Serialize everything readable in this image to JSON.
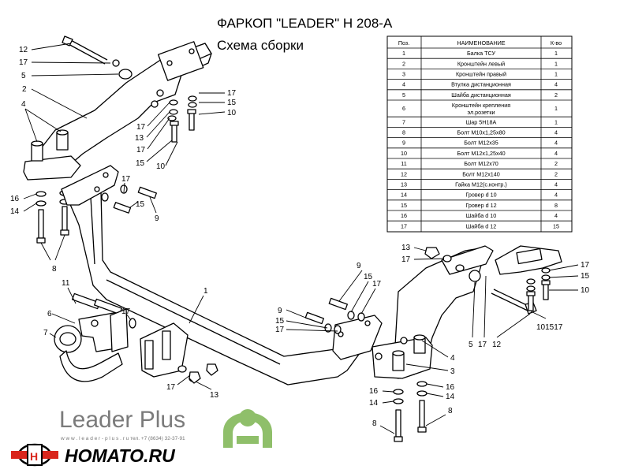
{
  "title": "ФАРКОП \"LEADER\" H 208-A",
  "subtitle": "Схема сборки",
  "table": {
    "headers": [
      "Поз.",
      "НАИМЕНОВАНИЕ",
      "К-во"
    ],
    "rows": [
      {
        "pos": "1",
        "name": "Балка ТСУ",
        "qty": "1"
      },
      {
        "pos": "2",
        "name": "Кронштейн левый",
        "qty": "1"
      },
      {
        "pos": "3",
        "name": "Кронштейн правый",
        "qty": "1"
      },
      {
        "pos": "4",
        "name": "Втулка дистанционная",
        "qty": "4"
      },
      {
        "pos": "5",
        "name": "Шайба дистанционная",
        "qty": "2"
      },
      {
        "pos": "6",
        "name": "Кронштейн крепления эл.розетки",
        "name_line1": "Кронштейн крепления",
        "name_line2": "эл.розетки",
        "qty": "1"
      },
      {
        "pos": "7",
        "name": "Шар 5Н18А",
        "qty": "1"
      },
      {
        "pos": "8",
        "name": "Болт М10х1,25х80",
        "qty": "4"
      },
      {
        "pos": "9",
        "name": "Болт М12х35",
        "qty": "4"
      },
      {
        "pos": "10",
        "name": "Болт М12х1,25х40",
        "qty": "4"
      },
      {
        "pos": "11",
        "name": "Болт М12х70",
        "qty": "2"
      },
      {
        "pos": "12",
        "name": "Болт М12х140",
        "qty": "2"
      },
      {
        "pos": "13",
        "name": "Гайка М12(с.контр.)",
        "qty": "4"
      },
      {
        "pos": "14",
        "name": "Гровер d 10",
        "qty": "4"
      },
      {
        "pos": "15",
        "name": "Гровер d 12",
        "qty": "8"
      },
      {
        "pos": "16",
        "name": "Шайба d 10",
        "qty": "4"
      },
      {
        "pos": "17",
        "name": "Шайба d 12",
        "qty": "15"
      }
    ]
  },
  "callouts": {
    "c12a": "12",
    "c17a": "17",
    "c5a": "5",
    "c2": "2",
    "c4a": "4",
    "c17b": "17",
    "c15b": "15",
    "c10b": "10",
    "c17c": "17",
    "c13c": "13",
    "c17d": "17",
    "c15d": "15",
    "c10d": "10",
    "c16a": "16",
    "c14a": "14",
    "c17e": "17",
    "c15e": "15",
    "c9a": "9",
    "c8a": "8",
    "c11": "11",
    "c6": "6",
    "c7": "7",
    "c17f": "17",
    "c1": "1",
    "c17g": "17",
    "c13g": "13",
    "c9b": "9",
    "c15h": "15",
    "c17h": "17",
    "c9c": "9",
    "c15i": "15",
    "c17i": "17",
    "c13j": "13",
    "c17j": "17",
    "c17k": "17",
    "c15k": "15",
    "c10k": "10",
    "c101517": "101517",
    "c5b": "5",
    "c17l": "17",
    "c12b": "12",
    "c4b": "4",
    "c3": "3",
    "c16b": "16",
    "c14b": "14",
    "c16c": "16",
    "c14c": "14",
    "c8b": "8",
    "c8c": "8"
  },
  "footer": {
    "brand": "Leader Plus",
    "contact": "w w w . l e a d e r - p l u s . r u    тел. +7 (8634) 32-37-91",
    "homato": "HOMATO.RU",
    "brand_color": "#7b7b7b",
    "logo_color": "#8fbf6a",
    "homato_red": "#d9261c"
  }
}
